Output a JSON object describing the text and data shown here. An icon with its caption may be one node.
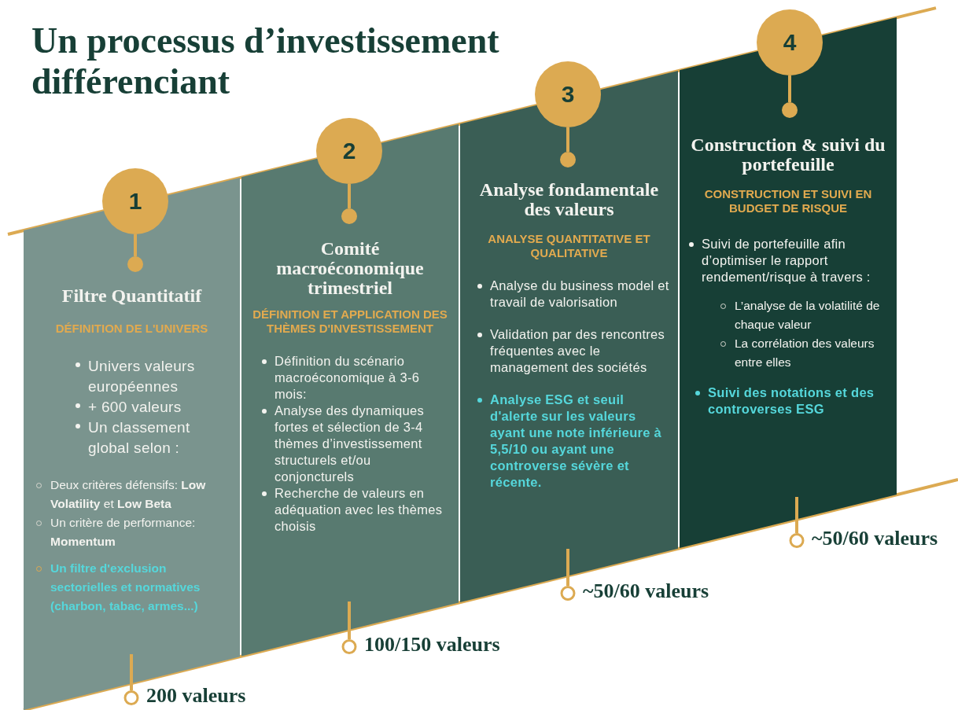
{
  "diagram": {
    "title": "Un processus d’investissement différenciant",
    "nodes": [
      {
        "text": [
          "1"
        ]
      },
      {
        "text": [
          "Filtre Quantitatif",
          "DÉFINITION DE L'UNIVERS",
          "Univers valeurs européennes",
          "+ 600 valeurs",
          "Un classement global selon :",
          "Deux critères défensifs: **Low Volatility** et **Low Beta**",
          "Un critère de performance: **Momentum**",
          "Un filtre d'exclusion sectorielles et normatives (charbon, tabac, armes...)"
        ]
      },
      {
        "text": [
          "200 valeurs"
        ]
      },
      {
        "text": [
          "2"
        ]
      },
      {
        "text": [
          "Comité macroéconomique trimestriel",
          "DÉFINITION ET APPLICATION DES THÈMES D'INVESTISSEMENT",
          "Définition du scénario macroéconomique à 3-6 mois:",
          "Analyse des dynamiques fortes et sélection de 3-4 thèmes d’investissement structurels et/ou conjoncturels",
          "Recherche de valeurs en adéquation avec les thèmes choisis"
        ]
      },
      {
        "text": [
          "100/150 valeurs"
        ]
      },
      {
        "text": [
          "3"
        ]
      },
      {
        "text": [
          "Analyse fondamentale des valeurs",
          "ANALYSE QUANTITATIVE ET QUALITATIVE",
          "Analyse du business model et travail de valorisation",
          "Validation par des rencontres fréquentes avec le management des sociétés",
          "Analyse ESG et seuil d'alerte sur les valeurs ayant une note inférieure à 5,5/10 ou ayant une controverse sévère et récente."
        ]
      },
      {
        "text": [
          "~50/60 valeurs"
        ]
      },
      {
        "text": [
          "4"
        ]
      },
      {
        "text": [
          "Construction & suivi du portefeuille",
          "CONSTRUCTION ET SUIVI EN BUDGET DE RISQUE",
          "Suivi de portefeuille afin d’optimiser le rapport rendement/risque à travers :",
          "L’analyse de la volatilité de chaque valeur",
          "La corrélation des valeurs entre elles",
          "Suivi des notations et des controverses ESG"
        ]
      },
      {
        "text": [
          "~50/60 valeurs"
        ]
      }
    ],
    "edges": [
      {
        "from": 0,
        "to": 1,
        "arrow": "other"
      },
      {
        "from": 1,
        "to": 2,
        "arrow": "other"
      },
      {
        "from": 3,
        "to": 4,
        "arrow": "other"
      },
      {
        "from": 4,
        "to": 5,
        "arrow": "other"
      },
      {
        "from": 6,
        "to": 7,
        "arrow": "other"
      },
      {
        "from": 7,
        "to": 8,
        "arrow": "other"
      },
      {
        "from": 9,
        "to": 10,
        "arrow": "other"
      },
      {
        "from": 10,
        "to": 11,
        "arrow": "other"
      }
    ]
  }
}
